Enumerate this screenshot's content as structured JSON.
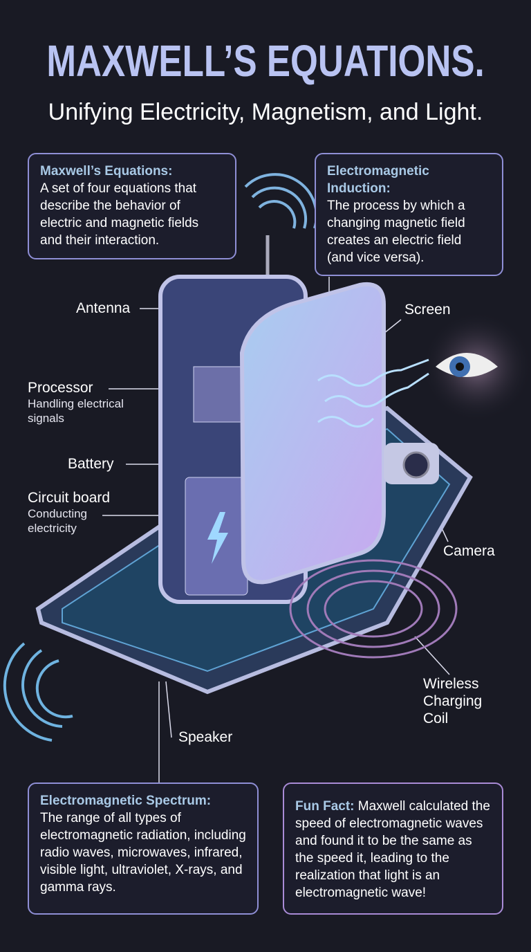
{
  "header": {
    "title": "MAXWELL’S EQUATIONS.",
    "subtitle": "Unifying Electricity, Magnetism, and Light."
  },
  "cards": {
    "maxwell": {
      "heading": "Maxwell’s Equations:",
      "body": "A set of four equations that describe the behavior of electric and magnetic fields and their interaction."
    },
    "induction": {
      "heading": "Electromagnetic Induction:",
      "body": "The process by which a changing magnetic field creates an electric field (and vice versa)."
    },
    "spectrum": {
      "heading": "Electromagnetic Spectrum:",
      "body": "The range of all types of electromagnetic radiation, including radio waves, microwaves, infrared, visible light, ultraviolet, X-rays, and gamma rays."
    },
    "funfact": {
      "heading": "Fun Fact:",
      "body": "Maxwell calculated the speed of electromagnetic waves and found it to be the same as the speed it, leading to the realization that light is an electromagnetic wave!"
    }
  },
  "labels": {
    "antenna": "Antenna",
    "processor": {
      "title": "Processor",
      "sub": "Handling electrical signals"
    },
    "battery": "Battery",
    "circuit": {
      "title": "Circuit board",
      "sub": "Conducting electricity"
    },
    "screen": "Screen",
    "camera": "Camera",
    "coil": "Wireless Charging Coil",
    "speaker": "Speaker"
  },
  "colors": {
    "background": "#191a24",
    "title": "#b9c3f2",
    "heading": "#a9c9e6",
    "border": "#8f8fd6"
  }
}
